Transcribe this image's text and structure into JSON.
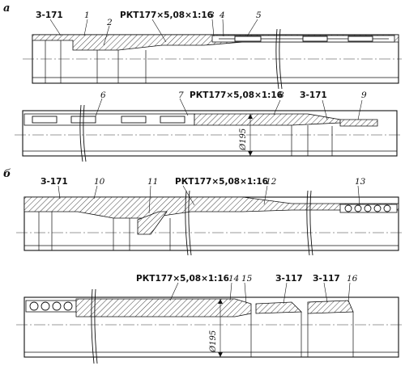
{
  "sections": [
    {
      "letter": "а",
      "rows": [
        {
          "labels": [
            "З-171",
            "1",
            "2",
            "РКТ177×5,08×1:16",
            "3",
            "4",
            "5"
          ],
          "dimension": ""
        },
        {
          "labels": [
            "6",
            "7",
            "РКТ177×5,08×1:16",
            "8",
            "З-171",
            "9"
          ],
          "dimension": "Ø195"
        }
      ]
    },
    {
      "letter": "б",
      "rows": [
        {
          "labels": [
            "З-171",
            "10",
            "11",
            "РКТ177×5,08×1:16",
            "12",
            "13"
          ],
          "dimension": ""
        },
        {
          "labels": [
            "РКТ177×5,08×1:16",
            "14",
            "15",
            "З-117",
            "З-117",
            "16"
          ],
          "dimension": "Ø195"
        }
      ]
    }
  ]
}
